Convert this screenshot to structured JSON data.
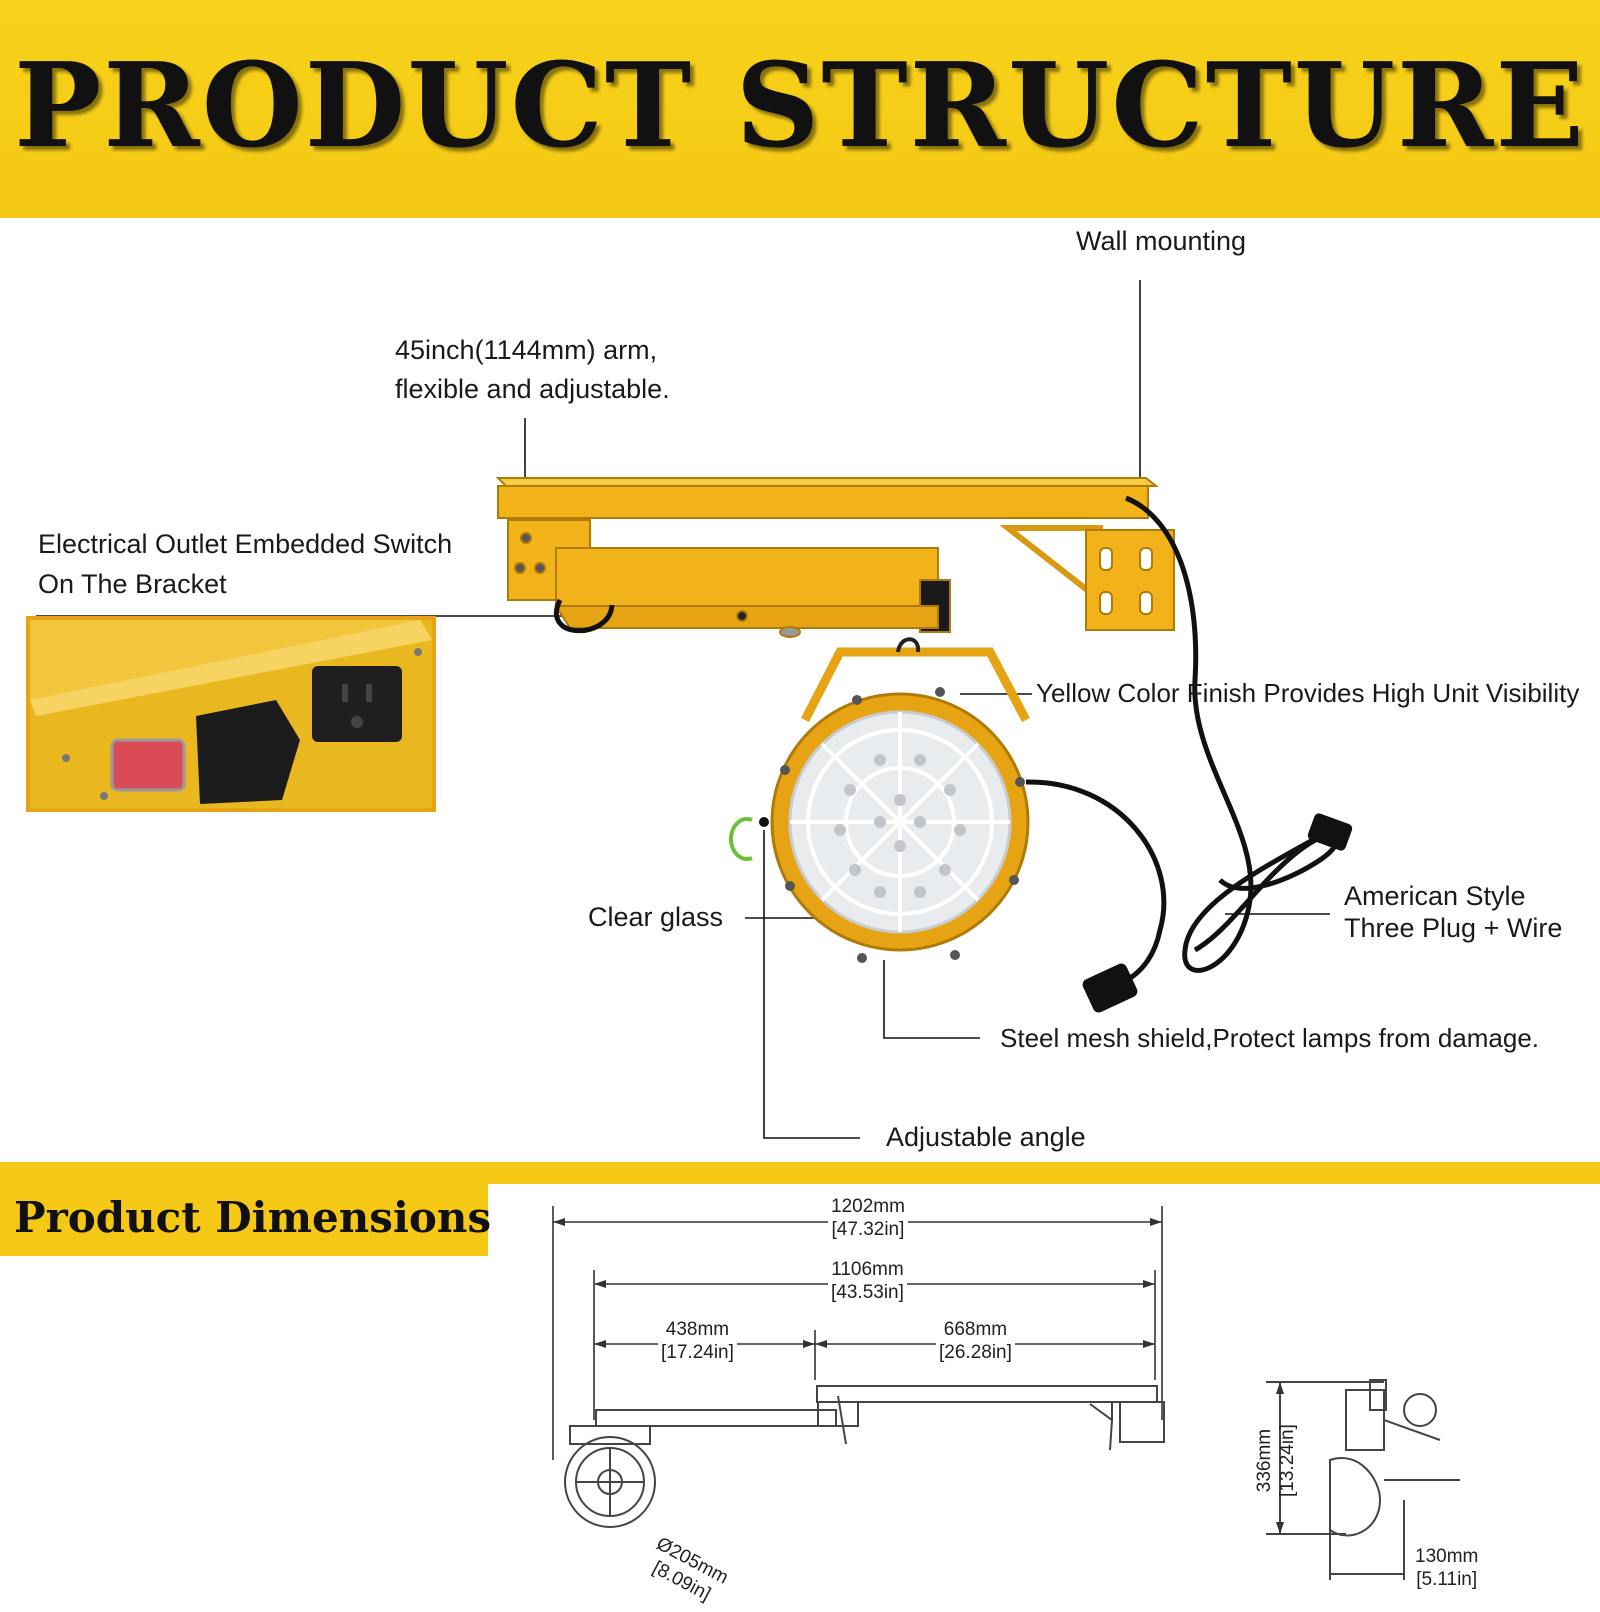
{
  "header": {
    "title": "PRODUCT STRUCTURE"
  },
  "callouts": {
    "wall_mounting": "Wall mounting",
    "arm_line1": "45inch(1144mm) arm,",
    "arm_line2": "flexible and adjustable.",
    "outlet_line1": "Electrical Outlet Embedded Switch",
    "outlet_line2": "On The Bracket",
    "yellow_finish": "Yellow Color Finish Provides High Unit Visibility",
    "plug_line1": "American Style",
    "plug_line2": "Three Plug + Wire",
    "clear_glass": "Clear glass",
    "steel_mesh": "Steel mesh shield,Protect lamps from damage.",
    "adjustable_angle": "Adjustable angle"
  },
  "dimensions": {
    "title": "Product Dimensions",
    "overall": {
      "mm": "1202mm",
      "in": "[47.32in]"
    },
    "inner": {
      "mm": "1106mm",
      "in": "[43.53in]"
    },
    "left_seg": {
      "mm": "438mm",
      "in": "[17.24in]"
    },
    "right_seg": {
      "mm": "668mm",
      "in": "[26.28in]"
    },
    "diameter": {
      "mm": "Ø205mm",
      "in": "[8.09in]"
    },
    "height": {
      "mm": "336mm",
      "in": "[13.24in]"
    },
    "depth": {
      "mm": "130mm",
      "in": "[5.11in]"
    }
  },
  "colors": {
    "accent_yellow": "#f4c814",
    "arm_yellow": "#f2b21a",
    "text": "#1a1a1a"
  }
}
